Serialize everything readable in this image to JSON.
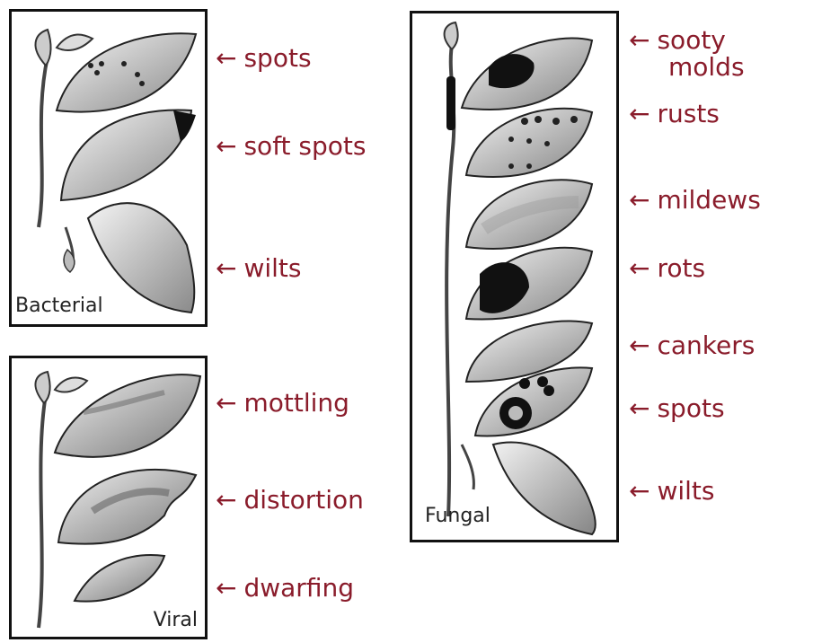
{
  "panels": {
    "bacterial": {
      "label": "Bacterial",
      "callouts": [
        {
          "arrow": "←",
          "text": "spots"
        },
        {
          "arrow": "←",
          "text": "soft spots"
        },
        {
          "arrow": "←",
          "text": "wilts"
        }
      ]
    },
    "viral": {
      "label": "Viral",
      "callouts": [
        {
          "arrow": "←",
          "text": "mottling"
        },
        {
          "arrow": "←",
          "text": "distortion"
        },
        {
          "arrow": "←",
          "text": "dwarfing"
        }
      ]
    },
    "fungal": {
      "label": "Fungal",
      "callouts": [
        {
          "arrow": "←",
          "text": "sooty",
          "text2": "molds"
        },
        {
          "arrow": "←",
          "text": "rusts"
        },
        {
          "arrow": "←",
          "text": "mildews"
        },
        {
          "arrow": "←",
          "text": "rots"
        },
        {
          "arrow": "←",
          "text": "cankers"
        },
        {
          "arrow": "←",
          "text": "spots"
        },
        {
          "arrow": "←",
          "text": "wilts"
        }
      ]
    }
  },
  "colors": {
    "callout": "#8a1c2b",
    "border": "#111111"
  }
}
